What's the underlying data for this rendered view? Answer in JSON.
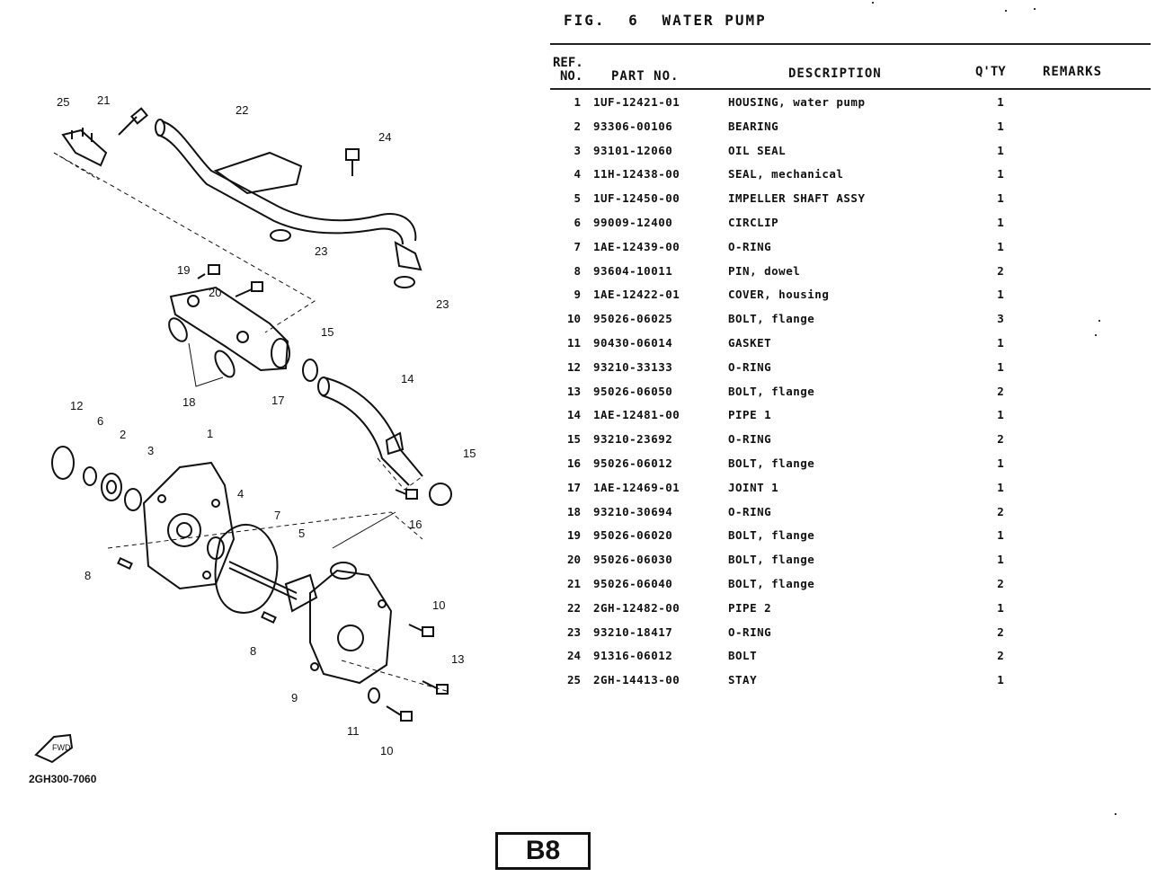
{
  "figure": {
    "label": "FIG.",
    "number": "6",
    "title": "WATER PUMP"
  },
  "table": {
    "headers": {
      "ref_line1": "REF.",
      "ref_line2": "NO.",
      "part_no": "PART NO.",
      "description": "DESCRIPTION",
      "qty": "Q'TY",
      "remarks": "REMARKS"
    },
    "rows": [
      {
        "ref": "1",
        "part_no": "1UF-12421-01",
        "description": "HOUSING, water pump",
        "qty": "1"
      },
      {
        "ref": "2",
        "part_no": "93306-00106",
        "description": "BEARING",
        "qty": "1"
      },
      {
        "ref": "3",
        "part_no": "93101-12060",
        "description": "OIL SEAL",
        "qty": "1"
      },
      {
        "ref": "4",
        "part_no": "11H-12438-00",
        "description": "SEAL, mechanical",
        "qty": "1"
      },
      {
        "ref": "5",
        "part_no": "1UF-12450-00",
        "description": "IMPELLER SHAFT ASSY",
        "qty": "1"
      },
      {
        "ref": "6",
        "part_no": "99009-12400",
        "description": "CIRCLIP",
        "qty": "1"
      },
      {
        "ref": "7",
        "part_no": "1AE-12439-00",
        "description": "O-RING",
        "qty": "1"
      },
      {
        "ref": "8",
        "part_no": "93604-10011",
        "description": "PIN, dowel",
        "qty": "2"
      },
      {
        "ref": "9",
        "part_no": "1AE-12422-01",
        "description": "COVER, housing",
        "qty": "1"
      },
      {
        "ref": "10",
        "part_no": "95026-06025",
        "description": "BOLT, flange",
        "qty": "3"
      },
      {
        "ref": "11",
        "part_no": "90430-06014",
        "description": "GASKET",
        "qty": "1"
      },
      {
        "ref": "12",
        "part_no": "93210-33133",
        "description": "O-RING",
        "qty": "1"
      },
      {
        "ref": "13",
        "part_no": "95026-06050",
        "description": "BOLT, flange",
        "qty": "2"
      },
      {
        "ref": "14",
        "part_no": "1AE-12481-00",
        "description": "PIPE 1",
        "qty": "1"
      },
      {
        "ref": "15",
        "part_no": "93210-23692",
        "description": "O-RING",
        "qty": "2"
      },
      {
        "ref": "16",
        "part_no": "95026-06012",
        "description": "BOLT, flange",
        "qty": "1"
      },
      {
        "ref": "17",
        "part_no": "1AE-12469-01",
        "description": "JOINT 1",
        "qty": "1"
      },
      {
        "ref": "18",
        "part_no": "93210-30694",
        "description": "O-RING",
        "qty": "2"
      },
      {
        "ref": "19",
        "part_no": "95026-06020",
        "description": "BOLT, flange",
        "qty": "1"
      },
      {
        "ref": "20",
        "part_no": "95026-06030",
        "description": "BOLT, flange",
        "qty": "1"
      },
      {
        "ref": "21",
        "part_no": "95026-06040",
        "description": "BOLT, flange",
        "qty": "2"
      },
      {
        "ref": "22",
        "part_no": "2GH-12482-00",
        "description": "PIPE 2",
        "qty": "1"
      },
      {
        "ref": "23",
        "part_no": "93210-18417",
        "description": "O-RING",
        "qty": "2"
      },
      {
        "ref": "24",
        "part_no": "91316-06012",
        "description": "BOLT",
        "qty": "2"
      },
      {
        "ref": "25",
        "part_no": "2GH-14413-00",
        "description": "STAY",
        "qty": "1"
      }
    ]
  },
  "diagram": {
    "drawing_number": "2GH300-7060",
    "front_arrow_label": "FWD",
    "callouts": [
      "25",
      "21",
      "22",
      "24",
      "23",
      "23",
      "19",
      "20",
      "15",
      "18",
      "17",
      "14",
      "12",
      "6",
      "2",
      "3",
      "1",
      "4",
      "7",
      "5",
      "15",
      "16",
      "8",
      "10",
      "8",
      "13",
      "9",
      "11",
      "10"
    ]
  },
  "page_label": "B8"
}
